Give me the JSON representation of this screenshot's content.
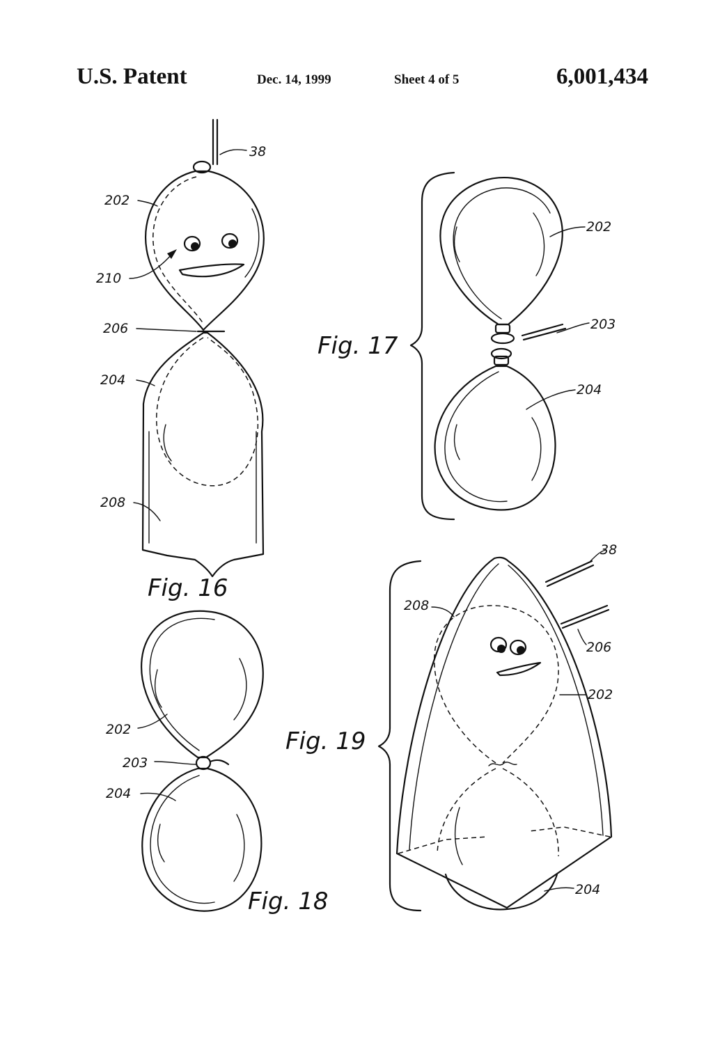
{
  "header": {
    "left": "U.S. Patent",
    "date": "Dec. 14, 1999",
    "sheet": "Sheet 4 of 5",
    "patent_number": "6,001,434"
  },
  "figures": {
    "fig16": {
      "caption": "Fig.  16",
      "labels": {
        "string": "38",
        "upper_balloon": "202",
        "face": "210",
        "tie": "206",
        "lower_balloon": "204",
        "cover": "208"
      }
    },
    "fig17": {
      "caption": "Fig.  17",
      "labels": {
        "upper_balloon": "202",
        "tie": "203",
        "lower_balloon": "204"
      }
    },
    "fig18": {
      "caption": "Fig.  18",
      "labels": {
        "upper_balloon": "202",
        "tie": "203",
        "lower_balloon": "204"
      }
    },
    "fig19": {
      "caption": "Fig.  19",
      "labels": {
        "string": "38",
        "cover": "208",
        "tie": "206",
        "upper_balloon": "202",
        "lower_balloon": "204"
      }
    }
  }
}
